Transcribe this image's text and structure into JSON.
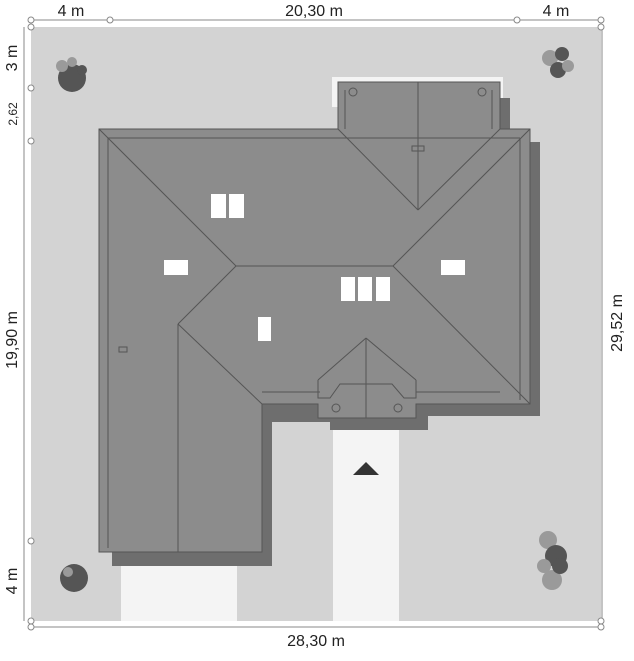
{
  "dimensions": {
    "top_left": "4 m",
    "top_middle": "20,30 m",
    "top_right": "4 m",
    "bottom": "28,30 m",
    "left_top": "3 m",
    "left_upper": "2,62",
    "left_middle": "19,90 m",
    "left_bottom": "4 m",
    "right": "29,52 m"
  },
  "colors": {
    "plot": "#d3d3d3",
    "roof": "#8c8c8c",
    "roof_shadow": "#6e6e6e",
    "ridge_lines": "#555555",
    "paving": "#f4f4f4",
    "window": "#ffffff",
    "tree_dark": "#555555",
    "tree_light": "#9a9a9a",
    "arrow": "#333333"
  },
  "icons": {
    "entrance_arrow": "triangle-up-icon",
    "trees": "tree-icon"
  }
}
